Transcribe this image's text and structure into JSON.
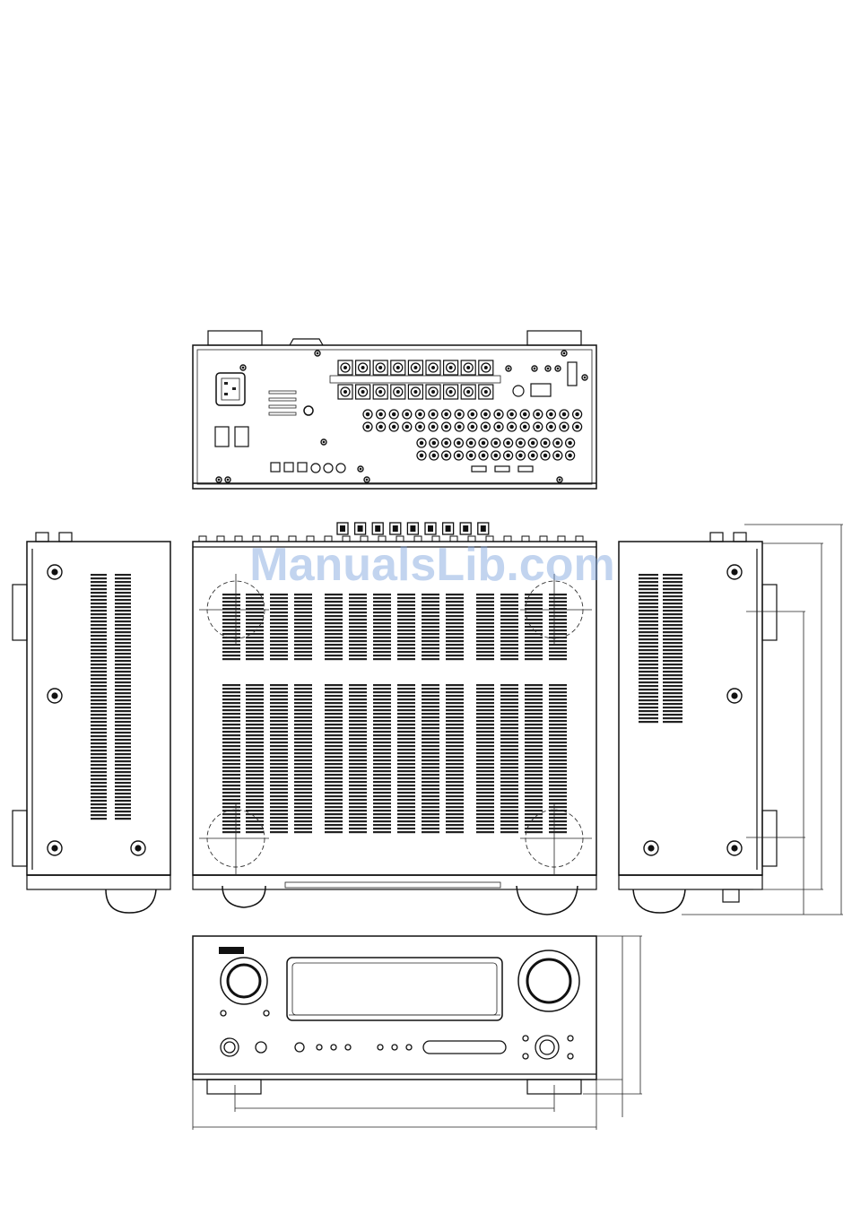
{
  "watermark": {
    "text": "ManualsLib.com"
  },
  "views": {
    "rear": "rear-view",
    "top": "top-view",
    "left": "left-side-view",
    "right": "right-side-view",
    "front": "front-view"
  },
  "colors": {
    "line": "#111111",
    "watermark": "#8aaee0",
    "background": "#ffffff"
  },
  "icons": [
    "power-inlet-icon",
    "rca-jack-icon",
    "screw-icon",
    "knob-icon",
    "vent-slot-icon",
    "dimension-line-icon"
  ]
}
